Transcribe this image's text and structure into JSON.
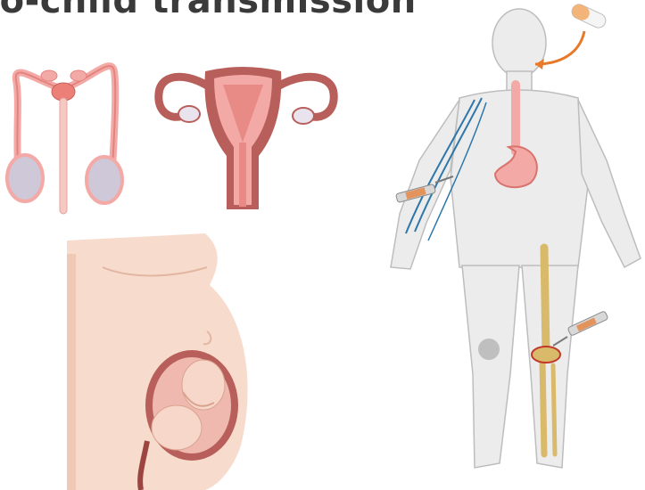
{
  "title": "to-child transmission",
  "illustrations": {
    "male": "male-reproductive-system",
    "female": "female-reproductive-system",
    "pregnancy": "pregnant-abdomen-with-fetus",
    "body": "human-body-routes"
  },
  "colors": {
    "organ_pink": "#f3a9a6",
    "organ_dark": "#b85f5b",
    "skin": "#f7dccd",
    "body_gray": "#ececec",
    "vein_blue": "#2e77a8",
    "bone": "#d9b96a",
    "arrow_orange": "#e8782a",
    "capsule": "#f2b479"
  }
}
